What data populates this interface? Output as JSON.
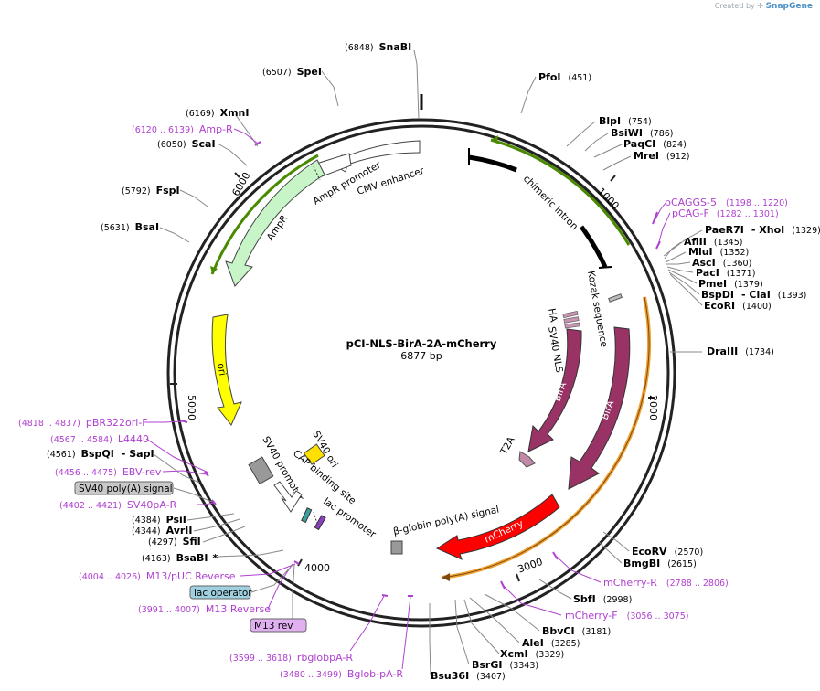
{
  "credit": {
    "prefix": "Created by",
    "brand": "SnapGene"
  },
  "plasmid": {
    "name": "pCI-NLS-BirA-2A-mCherry",
    "length": "6877 bp"
  },
  "ticks": [
    "1000",
    "2000",
    "3000",
    "4000",
    "5000",
    "6000"
  ],
  "sites": [
    {
      "name": "SnaBI",
      "pos": "(6848)"
    },
    {
      "name": "SpeI",
      "pos": "(6507)"
    },
    {
      "name": "XmnI",
      "pos": "(6169)"
    },
    {
      "name": "ScaI",
      "pos": "(6050)"
    },
    {
      "name": "FspI",
      "pos": "(5792)"
    },
    {
      "name": "BsaI",
      "pos": "(5631)"
    },
    {
      "name": "PfoI",
      "pos": "(451)"
    },
    {
      "name": "BlpI",
      "pos": "(754)"
    },
    {
      "name": "BsiWI",
      "pos": "(786)"
    },
    {
      "name": "PaqCI",
      "pos": "(824)"
    },
    {
      "name": "MreI",
      "pos": "(912)"
    },
    {
      "name": "PaeR7I",
      "name2": "- XhoI",
      "pos": "(1329)"
    },
    {
      "name": "AflII",
      "pos": "(1345)"
    },
    {
      "name": "MluI",
      "pos": "(1352)"
    },
    {
      "name": "AscI",
      "pos": "(1360)"
    },
    {
      "name": "PacI",
      "pos": "(1371)"
    },
    {
      "name": "PmeI",
      "pos": "(1379)"
    },
    {
      "name": "BspDI",
      "name2": "- ClaI",
      "pos": "(1393)"
    },
    {
      "name": "EcoRI",
      "pos": "(1400)"
    },
    {
      "name": "DraIII",
      "pos": "(1734)"
    },
    {
      "name": "EcoRV",
      "pos": "(2570)"
    },
    {
      "name": "BmgBI",
      "pos": "(2615)"
    },
    {
      "name": "SbfI",
      "pos": "(2998)"
    },
    {
      "name": "BbvCI",
      "pos": "(3181)"
    },
    {
      "name": "AleI",
      "pos": "(3285)"
    },
    {
      "name": "XcmI",
      "pos": "(3329)"
    },
    {
      "name": "BsrGI",
      "pos": "(3343)"
    },
    {
      "name": "Bsu36I",
      "pos": "(3407)"
    },
    {
      "name": "BsaBI",
      "name2": "*",
      "pos": "(4163)"
    },
    {
      "name": "SfiI",
      "pos": "(4297)"
    },
    {
      "name": "AvrII",
      "pos": "(4344)"
    },
    {
      "name": "PsiI",
      "pos": "(4384)"
    },
    {
      "name": "BspQI",
      "name2": "- SapI",
      "pos": "(4561)"
    }
  ],
  "primers": [
    {
      "name": "Amp-R",
      "range": "(6120 .. 6139)"
    },
    {
      "name": "pCAGGS-5",
      "range": "(1198 .. 1220)"
    },
    {
      "name": "pCAG-F",
      "range": "(1282 .. 1301)"
    },
    {
      "name": "mCherry-R",
      "range": "(2788 .. 2806)"
    },
    {
      "name": "mCherry-F",
      "range": "(3056 .. 3075)"
    },
    {
      "name": "rbglobpA-R",
      "range": "(3599 .. 3618)"
    },
    {
      "name": "Bglob-pA-R",
      "range": "(3480 .. 3499)"
    },
    {
      "name": "M13 Reverse",
      "range": "(3991 .. 4007)"
    },
    {
      "name": "M13/pUC Reverse",
      "range": "(4004 .. 4026)"
    },
    {
      "name": "SV40pA-R",
      "range": "(4402 .. 4421)"
    },
    {
      "name": "EBV-rev",
      "range": "(4456 .. 4475)"
    },
    {
      "name": "L4440",
      "range": "(4567 .. 4584)"
    },
    {
      "name": "pBR322ori-F",
      "range": "(4818 .. 4837)"
    }
  ],
  "boxed": [
    "SV40 poly(A) signal",
    "lac operator",
    "M13 rev"
  ],
  "features": {
    "ampr_promoter": "AmpR promoter",
    "cmv_enhancer": "CMV enhancer",
    "ampr": "AmpR",
    "chimeric_intron": "chimeric intron",
    "kozak": "Kozak sequence",
    "ha": "HA",
    "sv40_nls": "SV40 NLS",
    "bira1": "BirA",
    "bira2": "BirA",
    "t2a": "T2A",
    "mcherry": "mCherry",
    "bglobin": "β-globin poly(A) signal",
    "ori": "ori",
    "sv40_ori": "SV40 ori",
    "sv40_promoter": "SV40 promoter",
    "cap": "CAP binding site",
    "lac_promoter": "lac promoter"
  },
  "colors": {
    "ampr": "#c8f5c8",
    "ori": "#ffff00",
    "bira": "#993366",
    "mcherry": "#ff0000",
    "primer": "#b040d0",
    "green_line": "#4a8a00",
    "orange_line": "#f0a030",
    "sv40ori": "#ffe000",
    "t2a": "#c08aa8",
    "lacop": "#9fd0e0",
    "m13rev": "#e0b0f0"
  }
}
